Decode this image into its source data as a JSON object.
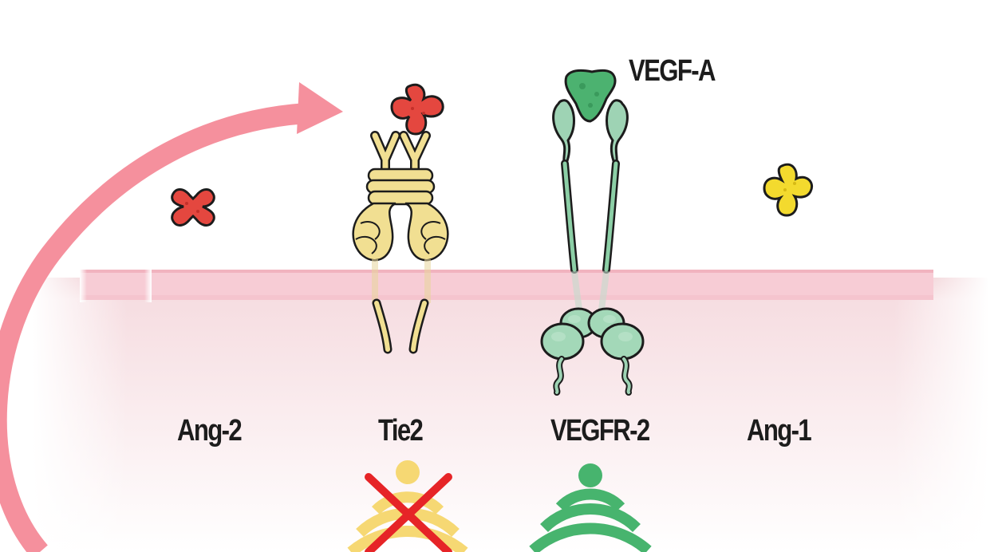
{
  "labels": {
    "ang2": "Ang-2",
    "tie2": "Tie2",
    "vegfr2": "VEGFR-2",
    "ang1": "Ang-1",
    "vegfa": "VEGF-A"
  },
  "icons": {
    "tie2_signal": "signal-icon",
    "tie2_blocked": "x-mark-icon",
    "vegfr2_signal": "signal-icon"
  },
  "colors": {
    "arrow": "#f48f9c",
    "membrane": "#f7c9d2",
    "ang2": "#e0453f",
    "ang1": "#f2d82c",
    "tie2": "#f0dd8e",
    "vegf": "#4cb270",
    "vegfr2": "#93d0ad",
    "signal_green": "#47b46e",
    "signal_yellow": "#f6d873",
    "block_red": "#e62427"
  }
}
